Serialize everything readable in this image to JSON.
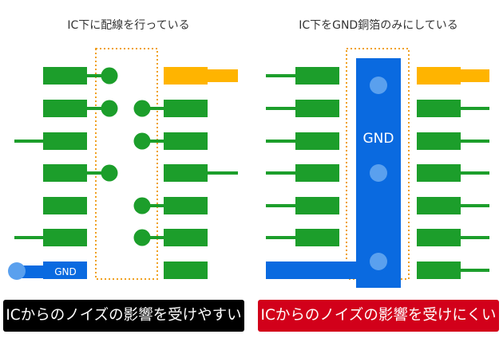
{
  "left_panel": {
    "title": "IC下に配線を行っている",
    "gnd_label": "GND",
    "caption": "ICからのノイズの影響を受けやすい"
  },
  "right_panel": {
    "title": "IC下をGND銅箔のみにしている",
    "gnd_label": "GND",
    "caption": "ICからのノイズの影響を受けにくい"
  },
  "colors": {
    "pad_green": "#1c9e2b",
    "signal_orange": "#ffb400",
    "gnd_blue": "#0a6ae0",
    "via_light_blue": "#5aa0ee",
    "ic_outline": "#f0a020",
    "caption_left_bg": "#000000",
    "caption_right_bg": "#d2001a",
    "title_text": "#333333"
  }
}
